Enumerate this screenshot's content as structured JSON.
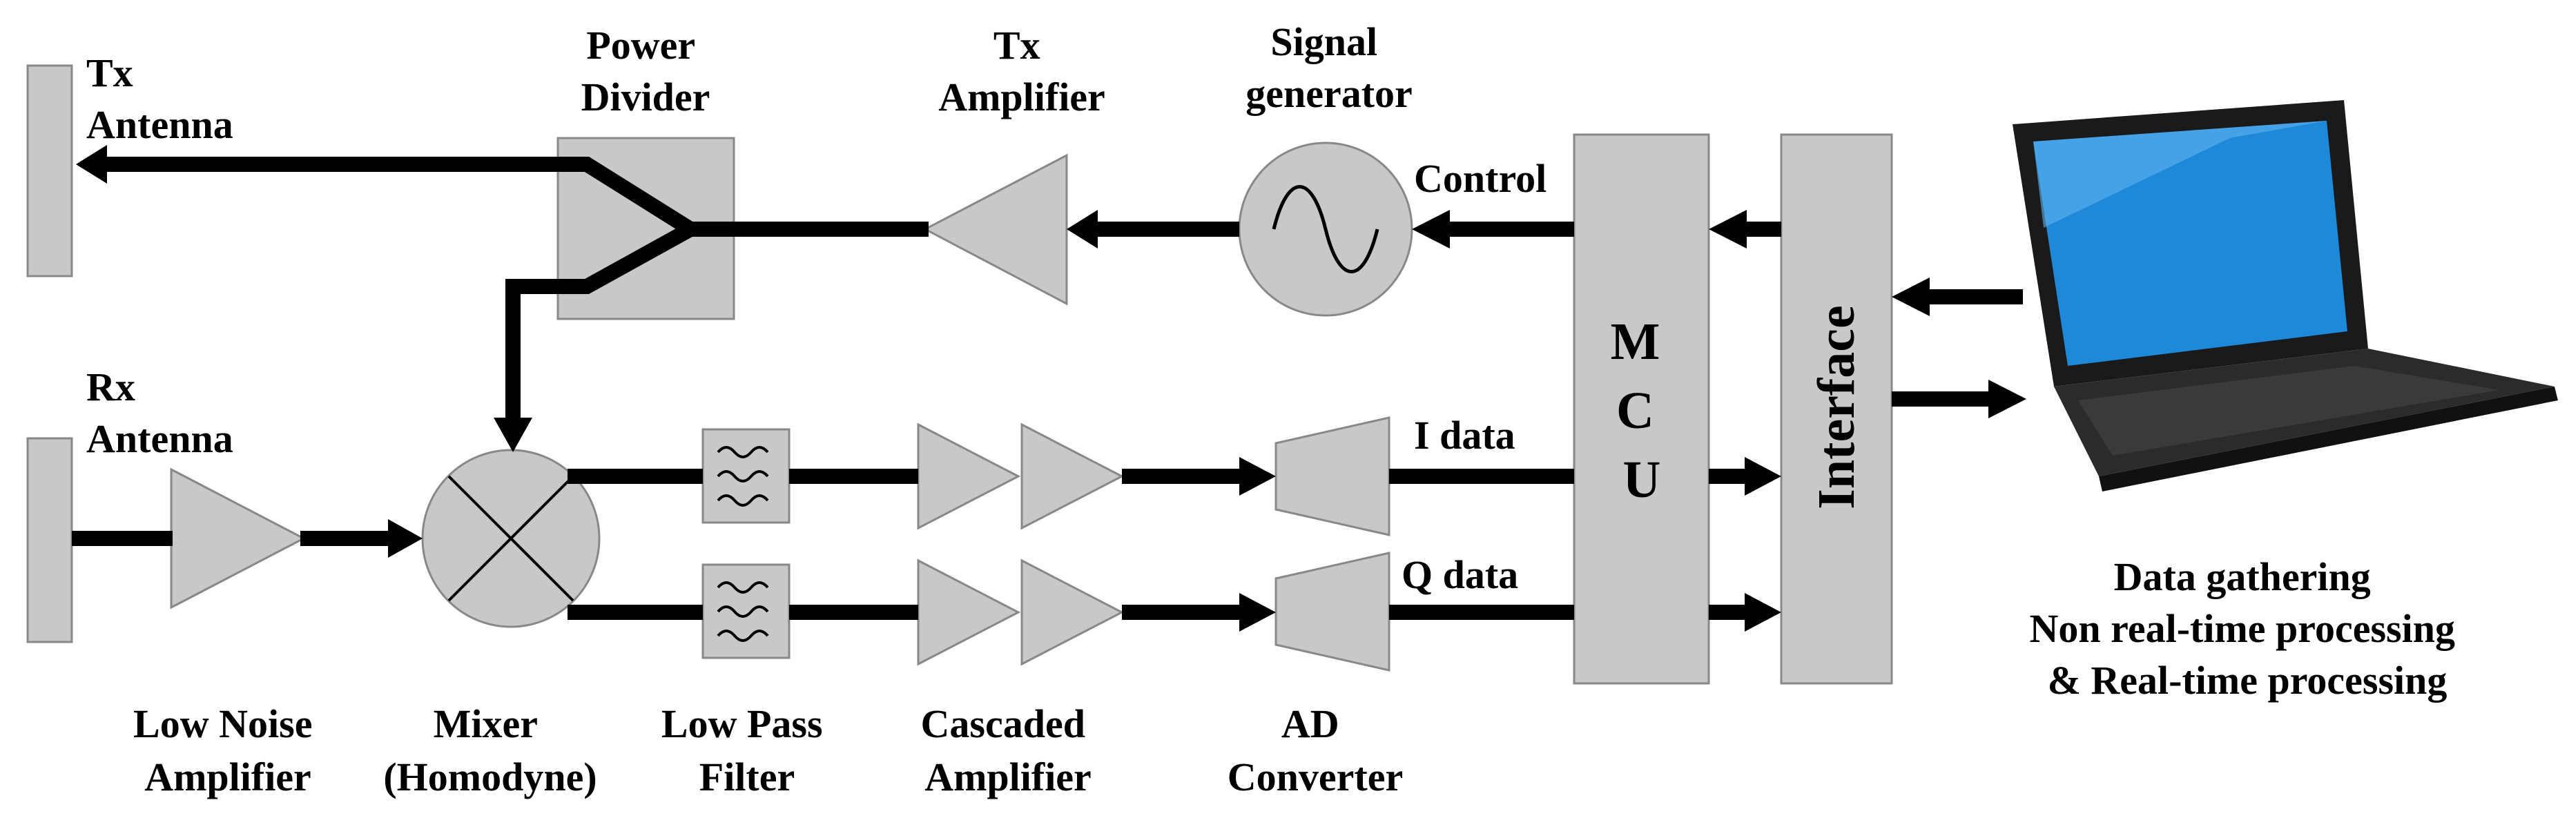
{
  "labels": {
    "tx_antenna": [
      "Tx",
      "Antenna"
    ],
    "power_divider": [
      "Power",
      "Divider"
    ],
    "tx_amplifier": [
      "Tx",
      "Amplifier"
    ],
    "signal_generator": [
      "Signal",
      "generator"
    ],
    "control": "Control",
    "rx_antenna": [
      "Rx",
      "Antenna"
    ],
    "mcu": [
      "M",
      "C",
      "U"
    ],
    "interface": "Interface",
    "i_data": "I data",
    "q_data": "Q data",
    "low_noise_amplifier": [
      "Low Noise",
      "Amplifier"
    ],
    "mixer": [
      "Mixer",
      "(Homodyne)"
    ],
    "low_pass_filter": [
      "Low Pass",
      "Filter"
    ],
    "cascaded_amplifier": [
      "Cascaded",
      "Amplifier"
    ],
    "ad_converter": [
      "AD",
      "Converter"
    ],
    "laptop_caption": [
      "Data gathering",
      "Non real-time processing",
      "& Real-time processing"
    ]
  },
  "colors": {
    "block_fill": "#c8c8c8",
    "wire": "#000000",
    "laptop_screen": "#1e88d9"
  }
}
